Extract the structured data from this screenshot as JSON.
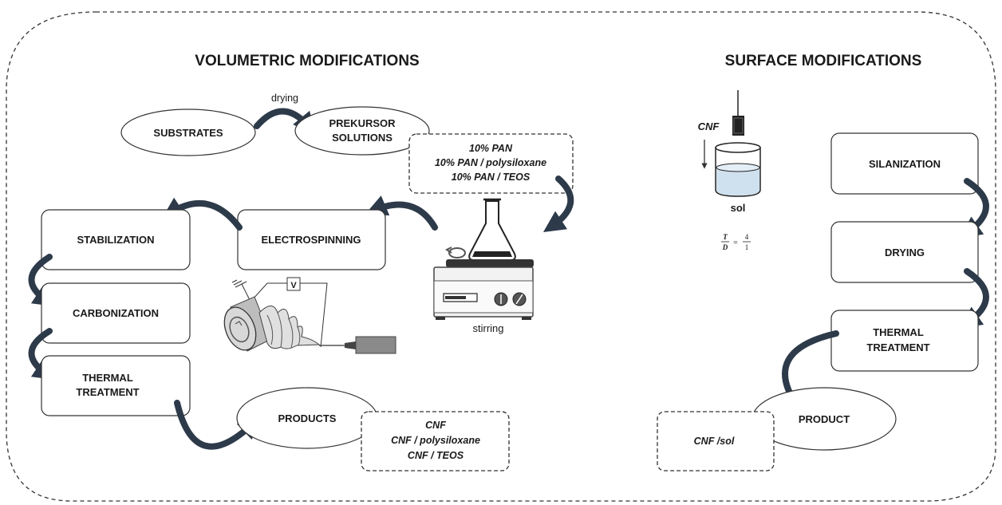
{
  "sections": {
    "volumetric_title": "VOLUMETRIC MODIFICATIONS",
    "surface_title": "SURFACE MODIFICATIONS"
  },
  "volumetric": {
    "substrates": "SUBSTRATES",
    "drying_label": "drying",
    "precursor_line1": "PREKURSOR",
    "precursor_line2": "SOLUTIONS",
    "solutions": [
      "10% PAN",
      "10% PAN / polysiloxane",
      "10% PAN / TEOS"
    ],
    "stirring_label": "stirring",
    "voltage_label": "V",
    "electrospinning": "ELECTROSPINNING",
    "stabilization": "STABILIZATION",
    "carbonization": "CARBONIZATION",
    "thermal_line1": "THERMAL",
    "thermal_line2": "TREATMENT",
    "products": "PRODUCTS",
    "product_list": [
      "CNF",
      "CNF / polysiloxane",
      "CNF / TEOS"
    ]
  },
  "surface": {
    "cnf_label": "CNF",
    "sol_label": "sol",
    "ratio_num_left": "T",
    "ratio_den_left": "D",
    "ratio_equals": "=",
    "ratio_num_right": "4",
    "ratio_den_right": "1",
    "silanization": "SILANIZATION",
    "drying": "DRYING",
    "thermal_line1": "THERMAL",
    "thermal_line2": "TREATMENT",
    "product": "PRODUCT",
    "product_result": "CNF /sol"
  },
  "colors": {
    "arrow": "#2d3a4a",
    "border": "#333333",
    "liquid": "#cfe0ee"
  }
}
